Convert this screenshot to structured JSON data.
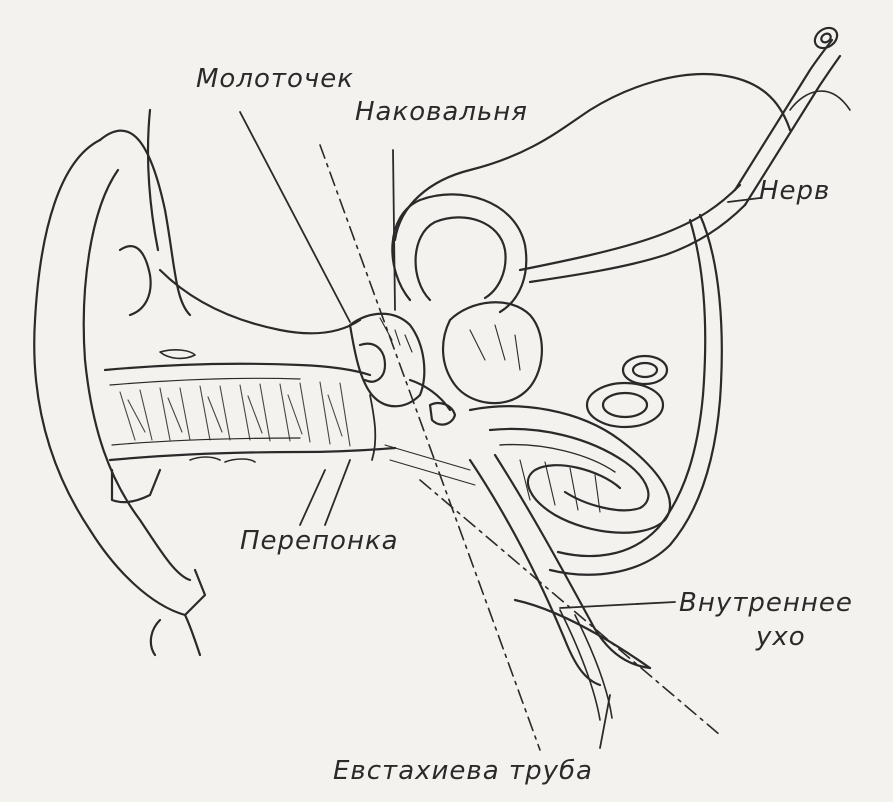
{
  "labels": {
    "malleus": "Молоточек",
    "incus": "Наковальня",
    "nerve": "Нерв",
    "membrane": "Перепонка",
    "inner_ear_line1": "Внутреннее",
    "inner_ear_line2": "ухо",
    "eustachian_tube": "Евстахиева труба"
  },
  "colors": {
    "ink": "#2a2a2a",
    "paper": "#f3f2ee"
  }
}
